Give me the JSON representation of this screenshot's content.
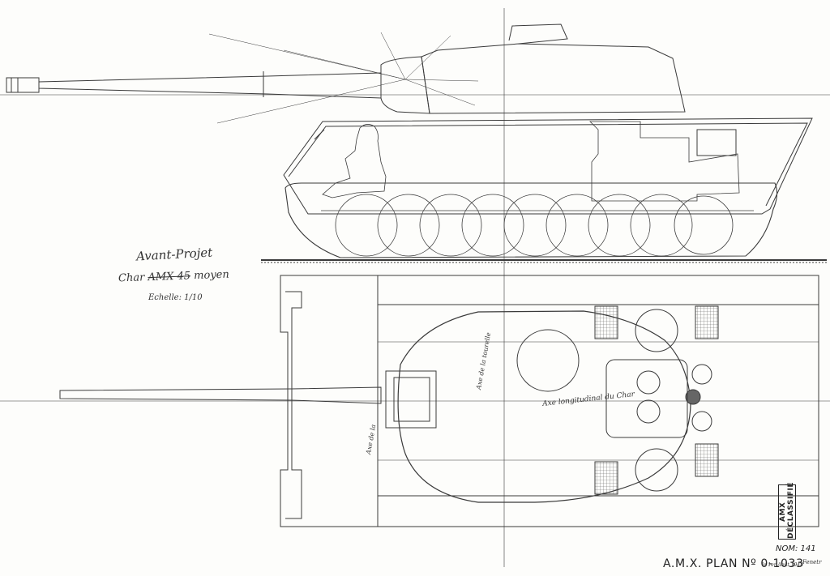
{
  "document": {
    "title": "Avant-Projet",
    "chassis_prefix": "Char ",
    "chassis_struck": "AMX 45",
    "chassis_suffix": " moyen",
    "scale": "Echelle: 1/10",
    "plan_number": "A.M.X. PLAN Nº 0-1033",
    "nomenclature": "NOM: 141",
    "stamp": "AMX DÉCLASSIFIÉ",
    "date": "le 1er Août 1945",
    "signature": "Fenetr",
    "axis_labels": {
      "longitudinal": "Axe longitudinal du Char",
      "turret_axis": "Axe de la tourelle",
      "axis_short": "Axe de la"
    }
  },
  "colors": {
    "ink": "#3a3a3a",
    "paper": "#fdfdfb",
    "hatch": "#555555"
  },
  "icons": [
    "side-elevation-drawing",
    "top-plan-drawing",
    "seated-driver-figure",
    "road-wheel"
  ]
}
